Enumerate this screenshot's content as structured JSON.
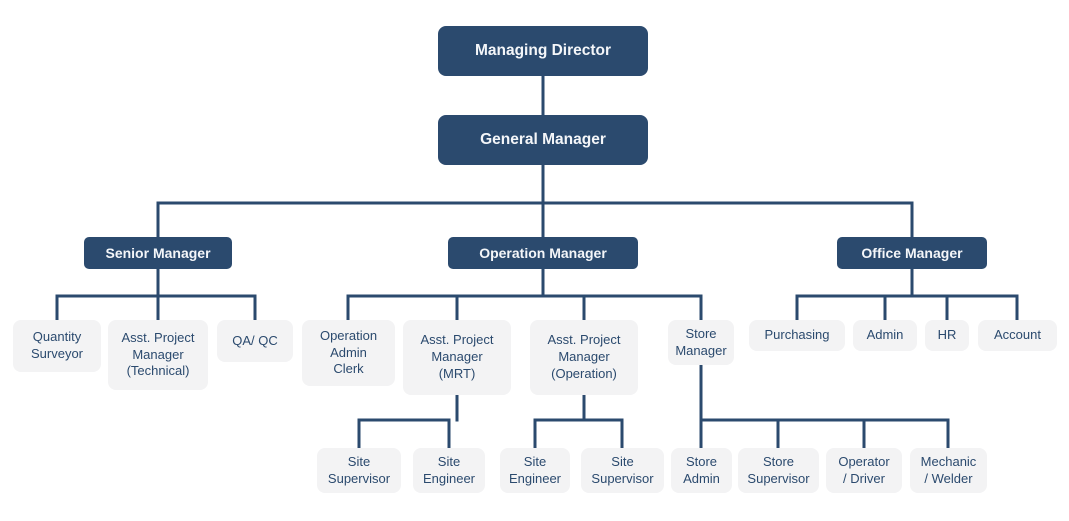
{
  "colors": {
    "node_primary_bg": "#2b4a6e",
    "node_primary_text": "#f4f6f9",
    "node_secondary_bg": "#f3f3f4",
    "node_secondary_text": "#2b4a6e",
    "connector": "#2b4a6e",
    "page_background": "#ffffff"
  },
  "org_chart": {
    "nodes": {
      "managing_director": {
        "label": "Managing Director",
        "level": 1
      },
      "general_manager": {
        "label": "General Manager",
        "reports_to": "managing_director"
      },
      "senior_manager": {
        "label": "Senior Manager",
        "reports_to": "general_manager"
      },
      "operation_manager": {
        "label": "Operation Manager",
        "reports_to": "general_manager"
      },
      "office_manager": {
        "label": "Office Manager",
        "reports_to": "general_manager"
      },
      "quantity_surveyor": {
        "label": "Quantity\nSurveyor",
        "reports_to": "senior_manager"
      },
      "apm_technical": {
        "label": "Asst. Project\nManager\n(Technical)",
        "reports_to": "senior_manager"
      },
      "qa_qc": {
        "label": "QA/ QC",
        "reports_to": "senior_manager"
      },
      "operation_admin_clerk": {
        "label": "Operation\nAdmin\nClerk",
        "reports_to": "operation_manager"
      },
      "apm_mrt": {
        "label": "Asst. Project\nManager\n(MRT)",
        "reports_to": "operation_manager"
      },
      "apm_operation": {
        "label": "Asst. Project\nManager\n(Operation)",
        "reports_to": "operation_manager"
      },
      "store_manager": {
        "label": "Store\nManager",
        "reports_to": "operation_manager"
      },
      "purchasing": {
        "label": "Purchasing",
        "reports_to": "office_manager"
      },
      "admin": {
        "label": "Admin",
        "reports_to": "office_manager"
      },
      "hr": {
        "label": "HR",
        "reports_to": "office_manager"
      },
      "account": {
        "label": "Account",
        "reports_to": "office_manager"
      },
      "site_supervisor_mrt": {
        "label": "Site\nSupervisor",
        "reports_to": "apm_mrt"
      },
      "site_engineer_mrt": {
        "label": "Site\nEngineer",
        "reports_to": "apm_mrt"
      },
      "site_engineer_op": {
        "label": "Site\nEngineer",
        "reports_to": "apm_operation"
      },
      "site_supervisor_op": {
        "label": "Site\nSupervisor",
        "reports_to": "apm_operation"
      },
      "store_admin": {
        "label": "Store\nAdmin",
        "reports_to": "store_manager"
      },
      "store_supervisor": {
        "label": "Store\nSupervisor",
        "reports_to": "store_manager"
      },
      "operator_driver": {
        "label": "Operator\n/ Driver",
        "reports_to": "store_manager"
      },
      "mechanic_welder": {
        "label": "Mechanic\n/ Welder",
        "reports_to": "store_manager"
      }
    }
  }
}
